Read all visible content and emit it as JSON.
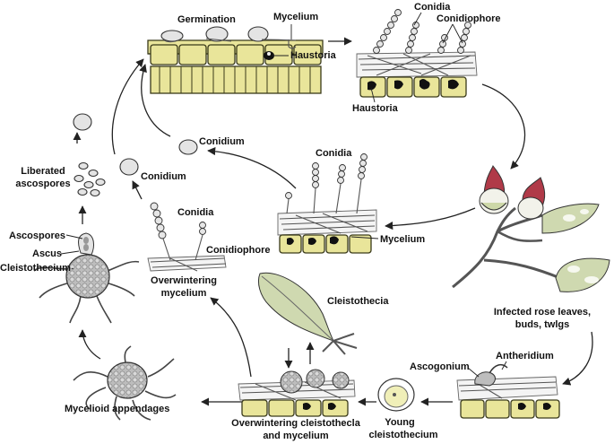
{
  "labels": {
    "germination": "Germination",
    "mycelium_top": "Mycelium",
    "haustoria_top": "Haustoria",
    "conidia_tr": "Conidia",
    "conidiophore_tr": "Conidiophore",
    "haustoria_tr": "Haustoria",
    "conidium_mid": "Conidium",
    "conidia_center": "Conidia",
    "mycelium_center": "Mycelium",
    "conidium_left": "Conidium",
    "conidia_left": "Conidia",
    "conidiophore_left": "Conidiophore",
    "overwintering_mycelium_1": "Overwintering",
    "overwintering_mycelium_2": "mycelium",
    "liberated_1": "Liberated",
    "liberated_2": "ascospores",
    "ascospores": "Ascospores",
    "ascus": "Ascus",
    "cleistothecium": "Cleistothecium",
    "cleistothecia": "Cleistothecia",
    "infected_1": "Infected rose leaves,",
    "infected_2": "buds, twlgs",
    "antheridium": "Antheridium",
    "ascogonium": "Ascogonium",
    "young_1": "Young",
    "young_2": "cleistothecium",
    "overwintering_cl_1": "Overwintering cleistothecla",
    "overwintering_cl_2": "and mycelium",
    "mycelioid": "Mycelioid appendages"
  },
  "colors": {
    "leaf_tissue": "#e9e59a",
    "rose_bud": "#b03a48",
    "leaf_green": "#cfd9b0"
  }
}
